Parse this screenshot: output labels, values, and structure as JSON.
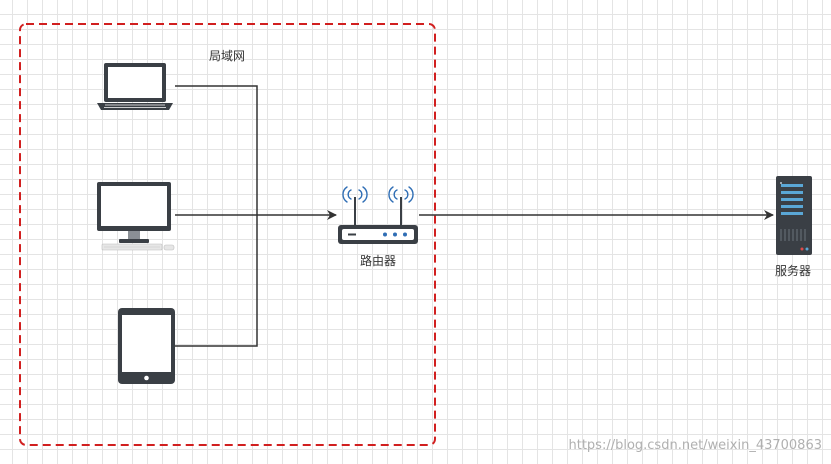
{
  "labels": {
    "lan": "局域网",
    "router": "路由器",
    "server": "服务器"
  },
  "watermark": "https://blog.csdn.net/weixin_43700863",
  "icons": {
    "laptop": "laptop-icon",
    "desktop": "desktop-monitor-icon",
    "tablet": "tablet-icon",
    "router": "wifi-router-icon",
    "server": "server-rack-icon"
  },
  "colors": {
    "lan_border": "#d11f1f",
    "connector": "#333333",
    "device_dark": "#3a3f45",
    "device_screen": "#ffffff",
    "router_lights": "#2f6eb5",
    "server_bar": "#5aa7d6"
  }
}
